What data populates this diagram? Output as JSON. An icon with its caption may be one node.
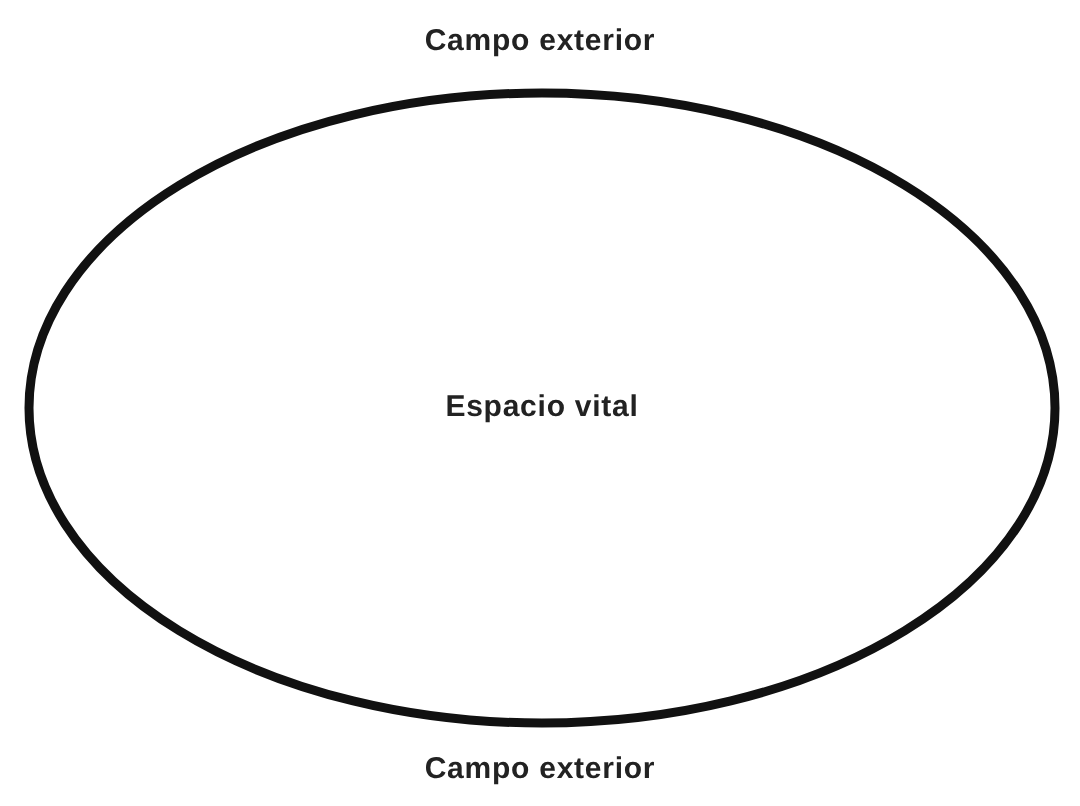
{
  "diagram": {
    "nodes": [
      {
        "text": [
          "Espacio vital"
        ]
      }
    ],
    "labels": [
      "Campo exterior",
      "Campo exterior"
    ]
  }
}
